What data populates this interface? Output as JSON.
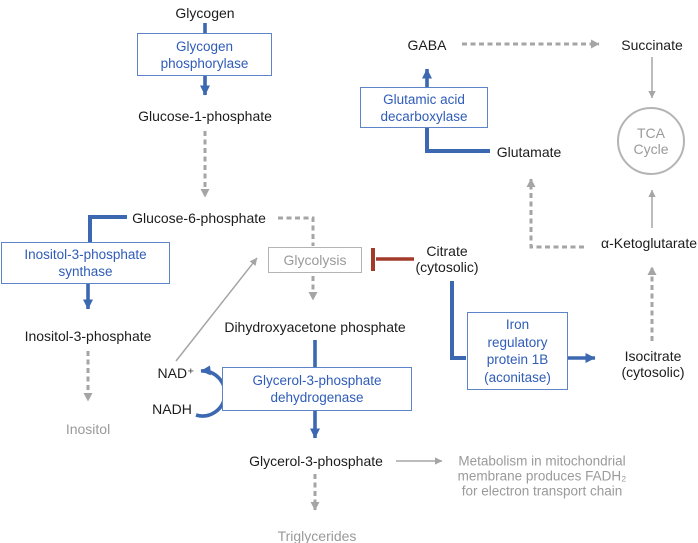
{
  "colors": {
    "blue": "#3c68b1",
    "blue_border": "#5d84c9",
    "blue_text": "#2f5cb8",
    "gray": "#a5a5a5",
    "gray_text": "#9a9a9a",
    "gray_border": "#b4b4b4",
    "red": "#a33b2b",
    "black": "#1c1c1c"
  },
  "nodes": {
    "glycogen": "Glycogen",
    "glucose_1_phosphate": "Glucose-1-phosphate",
    "glucose_6_phosphate": "Glucose-6-phosphate",
    "inositol_3_phosphate": "Inositol-3-phosphate",
    "inositol": "Inositol",
    "dihydroxyacetone_phosphate": "Dihydroxyacetone phosphate",
    "nad_plus": "NAD⁺",
    "nadh": "NADH",
    "glycerol_3_phosphate": "Glycerol-3-phosphate",
    "triglycerides": "Triglycerides",
    "gaba": "GABA",
    "succinate": "Succinate",
    "glutamate": "Glutamate",
    "alpha_ketoglutarate": "α-Ketoglutarate",
    "citrate": {
      "line1": "Citrate",
      "line2": "(cytosolic)"
    },
    "isocitrate": {
      "line1": "Isocitrate",
      "line2": "(cytosolic)"
    },
    "tca_cycle": {
      "line1": "TCA",
      "line2": "Cycle"
    }
  },
  "boxes": {
    "glycogen_phosphorylase": {
      "line1": "Glycogen",
      "line2": "phosphorylase"
    },
    "inositol_synthase": {
      "line1": "Inositol-3-phosphate",
      "line2": "synthase"
    },
    "glycolysis": {
      "label": "Glycolysis"
    },
    "g3p_dehydrogenase": {
      "line1": "Glycerol-3-phosphate",
      "line2": "dehydrogenase"
    },
    "glutamic_acid_decarboxylase": {
      "line1": "Glutamic acid",
      "line2": "decarboxylase"
    },
    "iron_regulatory_protein": {
      "line1": "Iron",
      "line2": "regulatory",
      "line3": "protein 1B",
      "line4": "(aconitase)"
    }
  },
  "note": {
    "line1": "Metabolism in mitochondrial",
    "line2": "membrane produces FADH₂",
    "line3": "for electron transport chain"
  }
}
